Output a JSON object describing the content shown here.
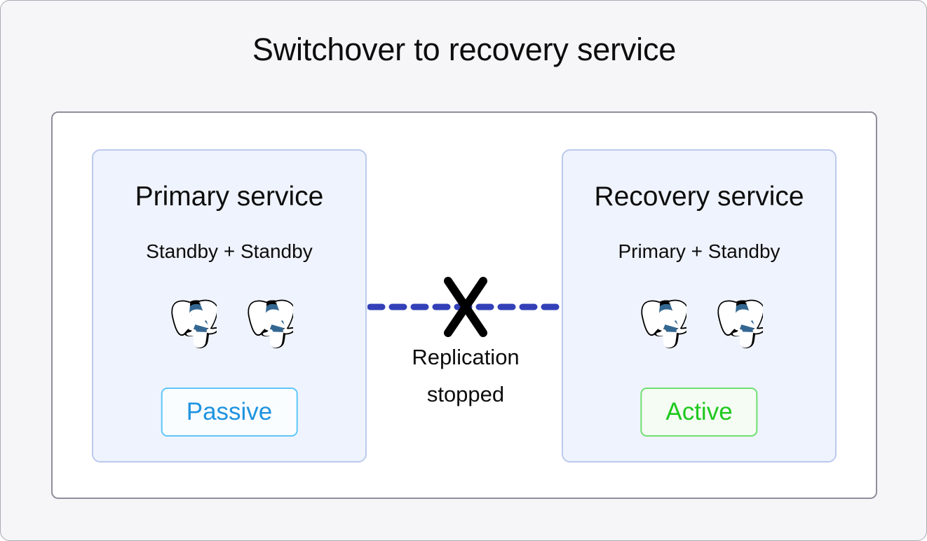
{
  "diagram": {
    "title": "Switchover to recovery service",
    "colors": {
      "page_background": "#f6f6f8",
      "frame_border": "#8f8f9c",
      "panel_background": "#eff3fd",
      "panel_border": "#bbc9ed",
      "replication_line": "#3340b8",
      "cross_mark": "#000000",
      "passive_accent": "#1f93e0",
      "active_accent": "#1fc81f",
      "postgres_blue": "#336791"
    },
    "panels": [
      {
        "id": "primary-service",
        "title": "Primary service",
        "subtitle": "Standby + Standby",
        "node_icons": [
          "postgresql-elephant-icon",
          "postgresql-elephant-icon"
        ],
        "status": "Passive",
        "status_state": "passive"
      },
      {
        "id": "recovery-service",
        "title": "Recovery service",
        "subtitle": "Primary + Standby",
        "node_icons": [
          "postgresql-elephant-icon",
          "postgresql-elephant-icon"
        ],
        "status": "Active",
        "status_state": "active"
      }
    ],
    "connector": {
      "icon": "cross-mark-icon",
      "line_style": "dashed",
      "label_line_1": "Replication",
      "label_line_2": "stopped"
    }
  }
}
